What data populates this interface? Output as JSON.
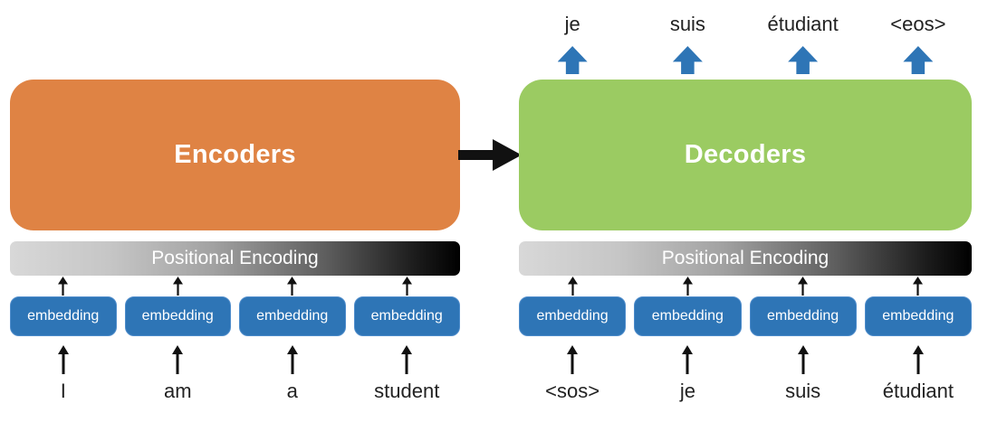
{
  "diagram": {
    "encoder": {
      "title": "Encoders",
      "positional_label": "Positional Encoding",
      "embeddings": [
        "embedding",
        "embedding",
        "embedding",
        "embedding"
      ],
      "inputs": [
        "I",
        "am",
        "a",
        "student"
      ]
    },
    "decoder": {
      "title": "Decoders",
      "positional_label": "Positional Encoding",
      "embeddings": [
        "embedding",
        "embedding",
        "embedding",
        "embedding"
      ],
      "inputs": [
        "<sos>",
        "je",
        "suis",
        "étudiant"
      ],
      "outputs": [
        "je",
        "suis",
        "étudiant",
        "<eos>"
      ]
    },
    "colors": {
      "encoder_fill": "#DF8344",
      "decoder_fill": "#9BCB62",
      "embedding_fill": "#2E75B6",
      "block_arrow_blue": "#2E75B6",
      "arrow_black": "#111111",
      "positional_gradient_start": "#D8D8D8",
      "positional_gradient_end": "#000000"
    }
  }
}
